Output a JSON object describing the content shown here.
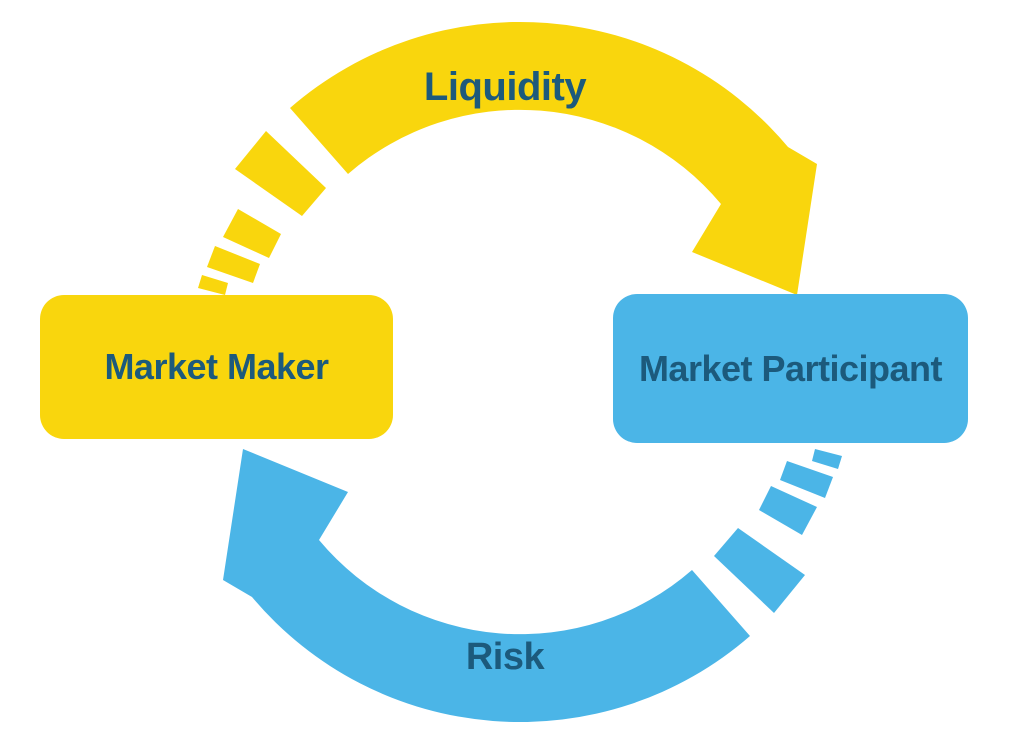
{
  "page": {
    "background": "#ffffff"
  },
  "diagram": {
    "type": "cycle",
    "nodes": [
      {
        "id": "market-maker",
        "label": "Market Maker",
        "fill": "#F9D60D",
        "text_color": "#1C5A7C"
      },
      {
        "id": "market-participant",
        "label": "Market Participant",
        "fill": "#4BB5E7",
        "text_color": "#1C5A7C"
      }
    ],
    "flows": [
      {
        "id": "liquidity",
        "label": "Liquidity",
        "from": "market-maker",
        "to": "market-participant",
        "color": "#F9D60D",
        "label_color": "#1C5A7C",
        "arrow_style": "thick curved arc with tapering dashed tail, arrowhead pointing to Market Participant"
      },
      {
        "id": "risk",
        "label": "Risk",
        "from": "market-participant",
        "to": "market-maker",
        "color": "#4BB5E7",
        "label_color": "#1C5A7C",
        "arrow_style": "thick curved arc with tapering dashed tail, arrowhead pointing to Market Maker"
      }
    ]
  }
}
